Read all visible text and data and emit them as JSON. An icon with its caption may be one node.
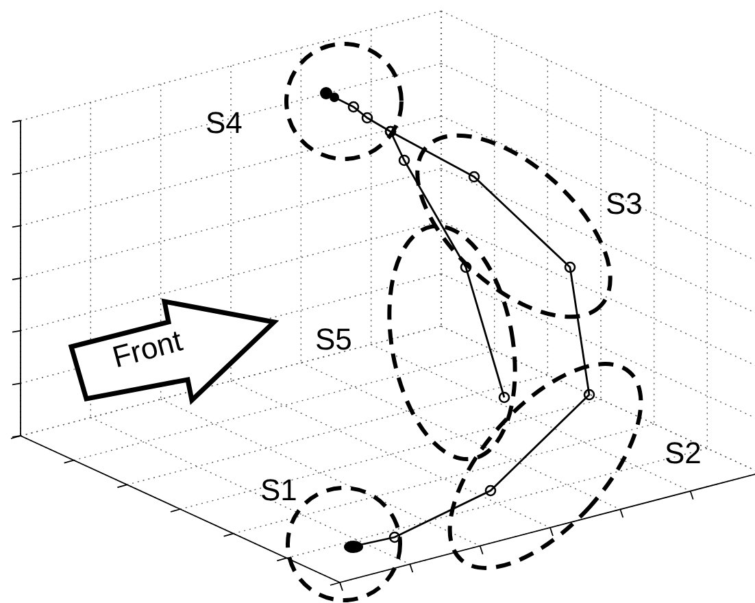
{
  "diagram": {
    "nodes": [
      {
        "text": [],
        "shape": "circle",
        "beside": [
          "S4"
        ]
      },
      {
        "text": [],
        "shape": "ellipse",
        "beside": [
          "S3"
        ]
      },
      {
        "text": [],
        "shape": "ellipse",
        "beside": [
          "S5"
        ]
      },
      {
        "text": [],
        "shape": "ellipse",
        "beside": [
          "S2"
        ]
      },
      {
        "text": [],
        "shape": "circle",
        "beside": [
          "S1"
        ]
      }
    ],
    "labels": [
      "Front"
    ]
  }
}
